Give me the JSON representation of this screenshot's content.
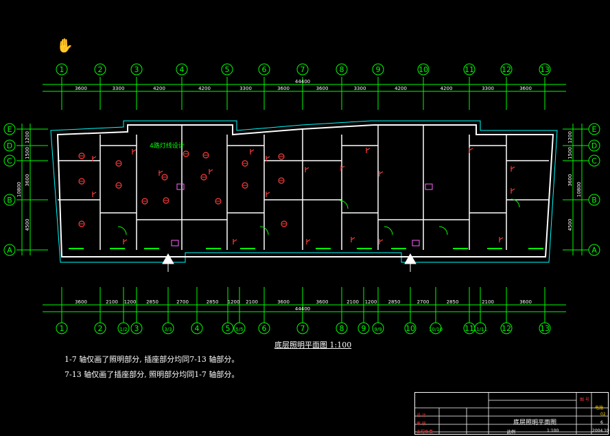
{
  "cursor_icon": "hand-pan-icon",
  "grid_axes_top": [
    "1",
    "2",
    "3",
    "4",
    "5",
    "6",
    "7",
    "8",
    "9",
    "10",
    "11",
    "12",
    "13"
  ],
  "grid_axes_bottom": [
    "1",
    "2",
    "1/2",
    "3",
    "3/3",
    "4",
    "5",
    "5/5",
    "6",
    "7",
    "8",
    "9",
    "9/9",
    "10",
    "10/10",
    "11",
    "11/11",
    "12",
    "13"
  ],
  "dims_top": [
    "3600",
    "3300",
    "4200",
    "4200",
    "3300",
    "3600",
    "3600",
    "3300",
    "4200",
    "4200",
    "3300",
    "3600"
  ],
  "dims_bottom": [
    "3600",
    "2100",
    "1200",
    "2850",
    "2700",
    "2850",
    "1200",
    "2100",
    "3600",
    "3600",
    "2100",
    "1200",
    "2850",
    "2700",
    "2850",
    "2100",
    "3600"
  ],
  "total_dim": "44400",
  "row_axes": [
    "E",
    "D",
    "C",
    "B",
    "A"
  ],
  "row_dims": [
    "1200",
    "1500",
    "3600",
    "4500"
  ],
  "row_total": "10800",
  "room_label": "4路灯线设计",
  "caption": "底层照明平面图 1:100",
  "notes": [
    "1-7 轴仅画了照明部分, 插座部分均同7-13 轴部分。",
    "7-13 轴仅画了插座部分, 照明部分均同1-7 轴部分。"
  ],
  "title_block": {
    "drawing_title": "底层照明平面图",
    "scale_label": "比例",
    "scale_value": "1:100",
    "fields_left": [
      "设 计",
      "审 核",
      "工程负责"
    ],
    "fields_right": [
      "图 号",
      "电施",
      "02",
      "6",
      "2004.10"
    ]
  },
  "colors": {
    "grid": "#00ff00",
    "axis": "#00ff00",
    "wall": "#ffffff",
    "window": "#00ffff",
    "fixture": "#ff3b3b",
    "pink": "#ff66ff",
    "text": "#ffffff"
  }
}
